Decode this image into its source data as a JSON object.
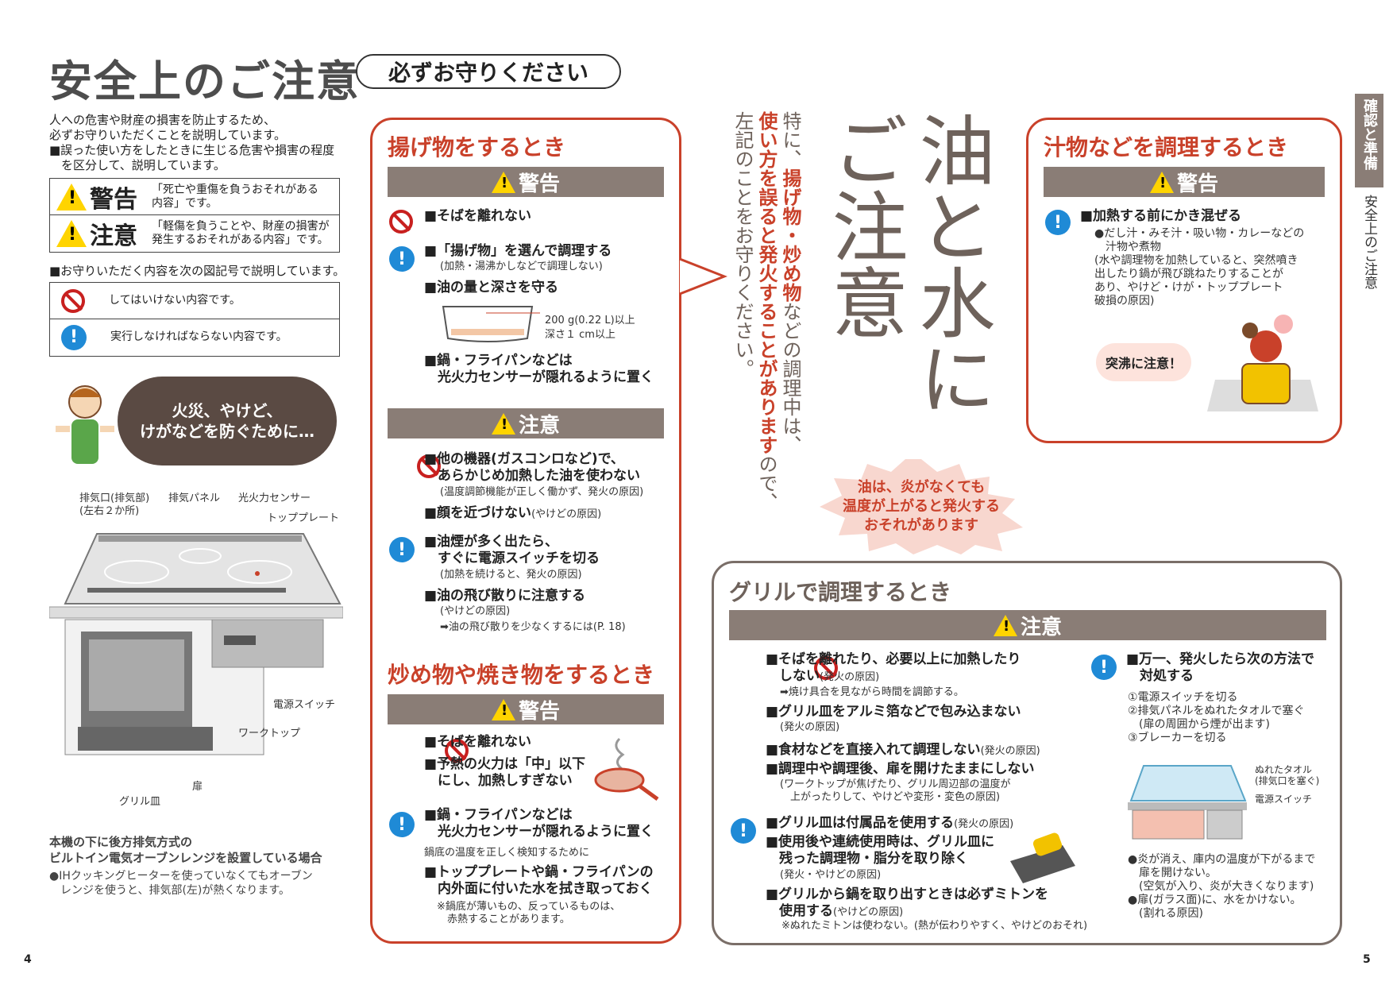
{
  "header": {
    "title": "安全上のご注意",
    "badge": "必ずお守りください"
  },
  "intro": {
    "line1": "人への危害や財産の損害を防止するため、",
    "line2": "必ずお守りいただくことを説明しています。",
    "line3": "■誤った使い方をしたときに生じる危害や損害の程度",
    "line4": "　を区分して、説明しています。"
  },
  "legend_levels": {
    "warning_label": "警告",
    "warning_desc": "「死亡や重傷を負うおそれがある　　内容」です。",
    "caution_label": "注意",
    "caution_desc": "「軽傷を負うことや、財産の損害が　発生するおそれがある内容」です。"
  },
  "legend_symbols": {
    "intro": "■お守りいただく内容を次の図記号で説明しています。",
    "prohibit": "してはいけない内容です。",
    "must": "実行しなければならない内容です。"
  },
  "speech": {
    "line1": "火災、やけど、",
    "line2": "けがなどを防ぐために…"
  },
  "diagram": {
    "exhaust": "排気口(排気部)",
    "exhaust2": "(左右２か所)",
    "panel": "排気パネル",
    "sensor": "光火力センサー",
    "top": "トッププレート",
    "power": "電源スイッチ",
    "worktop": "ワークトップ",
    "door": "扉",
    "grill": "グリル皿"
  },
  "oven_note": {
    "title1": "本機の下に後方排気方式の",
    "title2": "ビルトイン電気オーブンレンジを設置している場合",
    "body1": "●IHクッキングヒーターを使っていなくてもオーブン",
    "body2": "　レンジを使うと、排気部(左)が熱くなります。"
  },
  "fry": {
    "heading": "揚げ物をするとき",
    "warning": "警告",
    "i1": "■そばを離れない",
    "i2": "■「揚げ物」を選んで調理する",
    "i2s": "(加熱・湯沸かしなどで調理しない)",
    "i3": "■油の量と深さを守る",
    "pot1": "200 g(0.22 L)以上",
    "pot2": "深さ１ cm以上",
    "i4a": "■鍋・フライパンなどは",
    "i4b": "　光火力センサーが隠れるように置く",
    "caution": "注意",
    "c1a": "■他の機器(ガスコンロなど)で、",
    "c1b": "　あらかじめ加熱した油を使わない",
    "c1s": "(温度調節機能が正しく働かず、発火の原因)",
    "c2": "■顔を近づけない",
    "c2s": "(やけどの原因)",
    "c3a": "■油煙が多く出たら、",
    "c3b": "　すぐに電源スイッチを切る",
    "c3s": "(加熱を続けると、発火の原因)",
    "c4": "■油の飛び散りに注意する",
    "c4s": "(やけどの原因)",
    "c4r": "➡油の飛び散りを少なくするには(P. 18)"
  },
  "stirfry": {
    "heading": "炒め物や焼き物をするとき",
    "warning": "警告",
    "i1": "■そばを離れない",
    "i2a": "■予熱の火力は「中」以下",
    "i2b": "　にし、加熱しすぎない",
    "i3a": "■鍋・フライパンなどは",
    "i3b": "　光火力センサーが隠れるように置く",
    "i3s": "鍋底の温度を正しく検知するために",
    "i4a": "■トッププレートや鍋・フライパンの",
    "i4b": "　内外面に付いた水を拭き取っておく",
    "n1": "※鍋底が薄いもの、反っているものは、",
    "n2": "　赤熱することがあります。"
  },
  "center": {
    "big1": "油と水に",
    "big2": "ご注意",
    "col1a": "特に、",
    "col1b": "揚げ物・炒め物",
    "col1c": "などの調理中は、",
    "col2a": "使い方を誤ると発火することがあります",
    "col2b": "ので、",
    "col3": "左記のことをお守りください。",
    "burst1": "油は、炎がなくても",
    "burst2": "温度が上がると発火する",
    "burst3": "おそれがあります"
  },
  "soup": {
    "heading": "汁物などを調理するとき",
    "warning": "警告",
    "i1": "■加熱する前にかき混ぜる",
    "s1": "●だし汁・みそ汁・吸い物・カレーなどの",
    "s2": "　汁物や煮物",
    "s3": "(水や調理物を加熱していると、突然噴き",
    "s4": "出したり鍋が飛び跳ねたりすることが",
    "s5": "あり、やけど・けが・トッププレート",
    "s6": "破損の原因)",
    "bubble": "突沸に注意！"
  },
  "grill": {
    "heading": "グリルで調理するとき",
    "caution": "注意",
    "p1a": "■そばを離れたり、必要以上に加熱したり",
    "p1b": "　しない",
    "p1s": "(発火の原因)",
    "p1r": "➡焼け具合を見ながら時間を調節する。",
    "p2": "■グリル皿をアルミ箔などで包み込まない",
    "p2s": "(発火の原因)",
    "p3": "■食材などを直接入れて調理しない",
    "p3s": "(発火の原因)",
    "p4": "■調理中や調理後、扉を開けたままにしない",
    "p4s1": "(ワークトップが焦げたり、グリル周辺部の温度が",
    "p4s2": "　上がったりして、やけどや変形・変色の原因)",
    "m1": "■グリル皿は付属品を使用する",
    "m1s": "(発火の原因)",
    "m2a": "■使用後や連続使用時は、グリル皿に",
    "m2b": "　残った調理物・脂分を取り除く",
    "m2s": "(発火・やけどの原因)",
    "m3a": "■グリルから鍋を取り出すときは必ずミトンを",
    "m3b": "　使用する",
    "m3s": "(やけどの原因)",
    "m3n": "※ぬれたミトンは使わない。(熱が伝わりやすく、やけどのおそれ)",
    "f1": "■万一、発火したら次の方法で",
    "f2": "　対処する",
    "f3": "①電源スイッチを切る",
    "f4": "②排気パネルをぬれたタオルで塞ぐ",
    "f5": "　(扉の周囲から煙が出ます)",
    "f6": "③ブレーカーを切る",
    "towel1": "ぬれたタオル",
    "towel2": "(排気口を塞ぐ)",
    "switch": "電源スイッチ",
    "g1": "●炎が消え、庫内の温度が下がるまで",
    "g2": "　扉を開けない。",
    "g3": "　(空気が入り、炎が大きくなります)",
    "g4": "●扉(ガラス面)に、水をかけない。",
    "g5": "　(割れる原因)"
  },
  "side": {
    "tab": "確認と準備",
    "sub": "安全上のご注意"
  },
  "pages": {
    "left": "4",
    "right": "5"
  }
}
